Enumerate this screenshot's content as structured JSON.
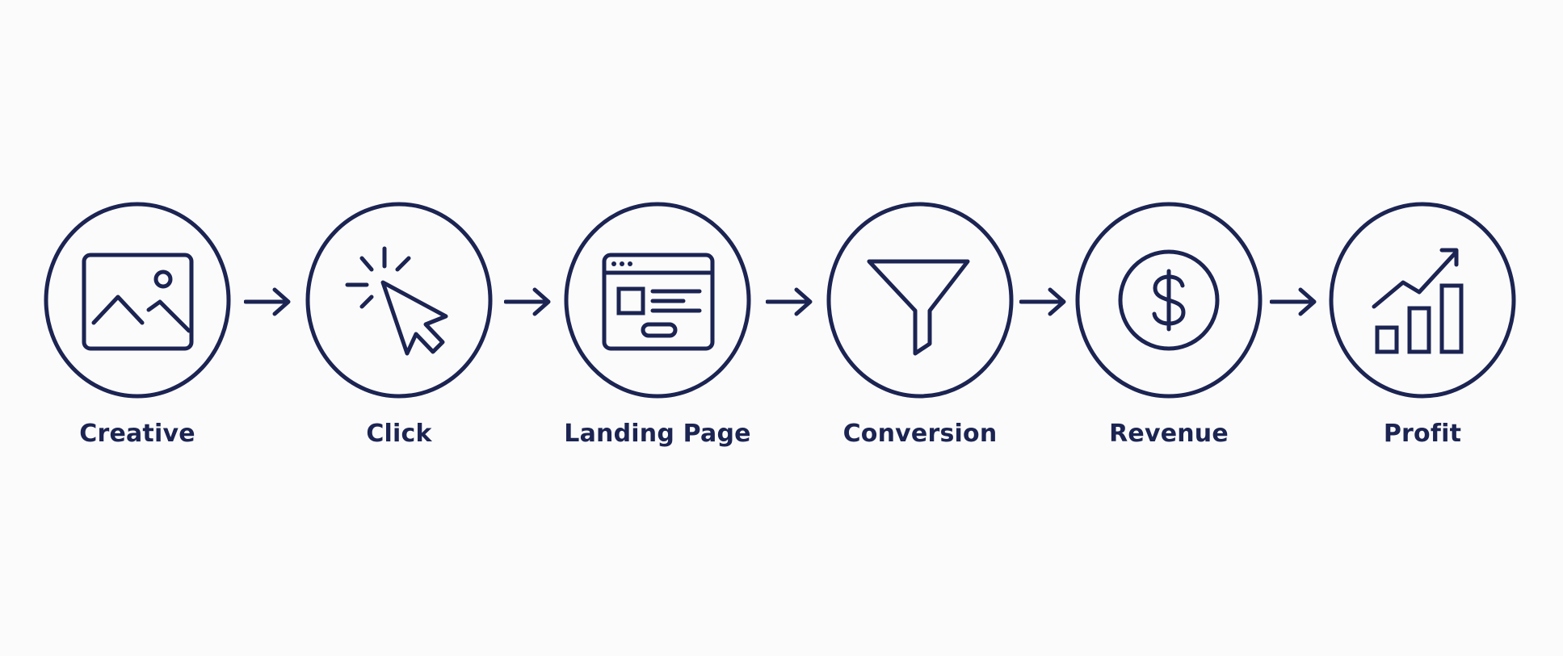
{
  "stroke_color": "#1b2452",
  "background_color": "#fbfbfb",
  "steps": [
    {
      "label": "Creative",
      "icon": "image-icon"
    },
    {
      "label": "Click",
      "icon": "cursor-click-icon"
    },
    {
      "label": "Landing Page",
      "icon": "browser-window-icon"
    },
    {
      "label": "Conversion",
      "icon": "funnel-icon"
    },
    {
      "label": "Revenue",
      "icon": "dollar-coin-icon"
    },
    {
      "label": "Profit",
      "icon": "growth-chart-icon"
    }
  ]
}
